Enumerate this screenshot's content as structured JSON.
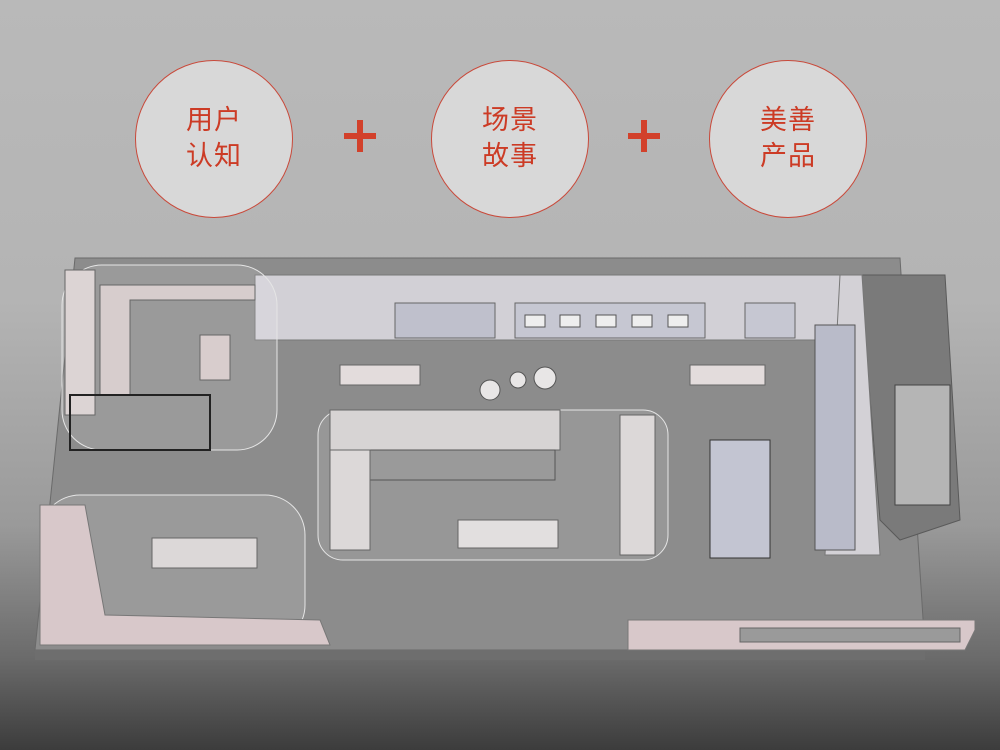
{
  "concepts": [
    {
      "line1": "用户",
      "line2": "认知"
    },
    {
      "line1": "场景",
      "line2": "故事"
    },
    {
      "line1": "美善",
      "line2": "产品"
    }
  ],
  "operators": [
    "+",
    "+"
  ],
  "colors": {
    "accent": "#cc3b25",
    "floor": "#8a8a8a",
    "wall": "#d6d3d6"
  }
}
